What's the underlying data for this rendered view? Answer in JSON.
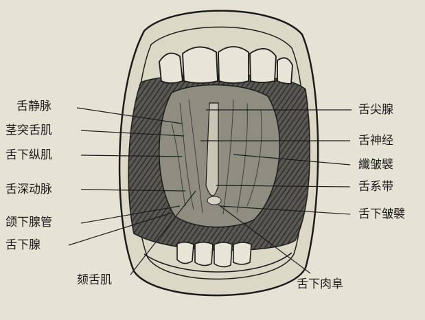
{
  "labels": {
    "left": [
      "舌静脉",
      "茎突舌肌",
      "舌下纵肌",
      "舌深动脉",
      "颌下腺管",
      "舌下腺"
    ],
    "right": [
      "舌尖腺",
      "舌神经",
      "纖皱襞",
      "舌系带",
      "舌下皱襞"
    ],
    "bottom": [
      "颏舌肌",
      "舌下肉阜"
    ]
  },
  "colors": {
    "ink": "#1b1b1b",
    "paper": "#e7e3d4",
    "dark_fill": "#3a3a36"
  }
}
